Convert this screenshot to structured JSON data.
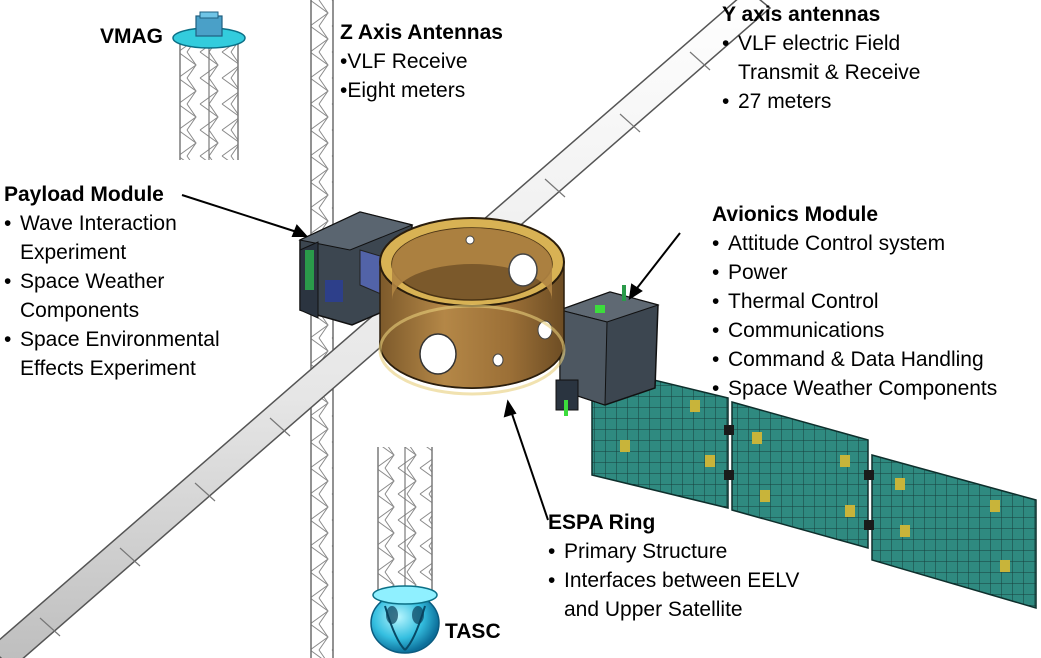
{
  "labels": {
    "vmag": "VMAG",
    "tasc": "TASC",
    "z_axis": {
      "title": "Z Axis Antennas",
      "items": [
        "•VLF Receive",
        "•Eight meters"
      ]
    },
    "y_axis": {
      "title": "Y axis antennas",
      "items": [
        "VLF electric Field",
        "Transmit & Receive",
        "27 meters"
      ]
    },
    "payload": {
      "title": "Payload Module",
      "items": [
        "Wave Interaction",
        "Experiment",
        "Space Weather",
        "Components",
        "Space Environmental",
        "Effects Experiment"
      ]
    },
    "avionics": {
      "title": "Avionics Module",
      "items": [
        "Attitude Control system",
        "Power",
        "Thermal Control",
        "Communications",
        "Command & Data Handling",
        "Space Weather Components"
      ]
    },
    "espa": {
      "title": "ESPA Ring",
      "items": [
        "Primary Structure",
        "Interfaces between EELV",
        "and Upper Satellite"
      ]
    }
  },
  "colors": {
    "ring_bronze": "#a57a3e",
    "ring_gold": "#d8b254",
    "solar_teal": "#2f8a80",
    "module_dark": "#3c4650",
    "sensor_cyan": "#33ccdd"
  }
}
